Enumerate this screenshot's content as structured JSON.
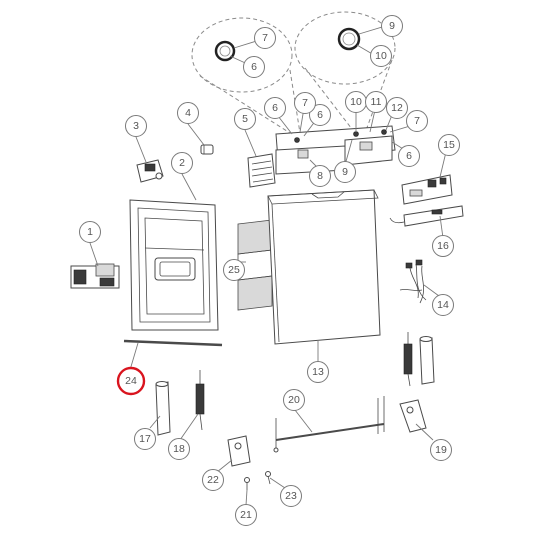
{
  "callouts": [
    {
      "id": "c1",
      "label": "1",
      "highlighted": false
    },
    {
      "id": "c2",
      "label": "2",
      "highlighted": false
    },
    {
      "id": "c3",
      "label": "3",
      "highlighted": false
    },
    {
      "id": "c4",
      "label": "4",
      "highlighted": false
    },
    {
      "id": "c5",
      "label": "5",
      "highlighted": false
    },
    {
      "id": "c6a",
      "label": "6",
      "highlighted": false
    },
    {
      "id": "c6b",
      "label": "6",
      "highlighted": false
    },
    {
      "id": "c6c",
      "label": "6",
      "highlighted": false
    },
    {
      "id": "c6d",
      "label": "6",
      "highlighted": false
    },
    {
      "id": "c7a",
      "label": "7",
      "highlighted": false
    },
    {
      "id": "c7b",
      "label": "7",
      "highlighted": false
    },
    {
      "id": "c7c",
      "label": "7",
      "highlighted": false
    },
    {
      "id": "c8",
      "label": "8",
      "highlighted": false
    },
    {
      "id": "c9a",
      "label": "9",
      "highlighted": false
    },
    {
      "id": "c9b",
      "label": "9",
      "highlighted": false
    },
    {
      "id": "c10a",
      "label": "10",
      "highlighted": false
    },
    {
      "id": "c10b",
      "label": "10",
      "highlighted": false
    },
    {
      "id": "c11",
      "label": "11",
      "highlighted": false
    },
    {
      "id": "c12",
      "label": "12",
      "highlighted": false
    },
    {
      "id": "c13",
      "label": "13",
      "highlighted": false
    },
    {
      "id": "c14",
      "label": "14",
      "highlighted": false
    },
    {
      "id": "c15",
      "label": "15",
      "highlighted": false
    },
    {
      "id": "c16",
      "label": "16",
      "highlighted": false
    },
    {
      "id": "c17",
      "label": "17",
      "highlighted": false
    },
    {
      "id": "c18",
      "label": "18",
      "highlighted": false
    },
    {
      "id": "c19",
      "label": "19",
      "highlighted": false
    },
    {
      "id": "c20",
      "label": "20",
      "highlighted": false
    },
    {
      "id": "c21",
      "label": "21",
      "highlighted": false
    },
    {
      "id": "c22",
      "label": "22",
      "highlighted": false
    },
    {
      "id": "c23",
      "label": "23",
      "highlighted": false
    },
    {
      "id": "c24",
      "label": "24",
      "highlighted": true
    },
    {
      "id": "c25",
      "label": "25",
      "highlighted": false
    }
  ],
  "colors": {
    "highlight": "#d9141e",
    "callout_stroke": "#7a7a7a",
    "text": "#555555"
  }
}
